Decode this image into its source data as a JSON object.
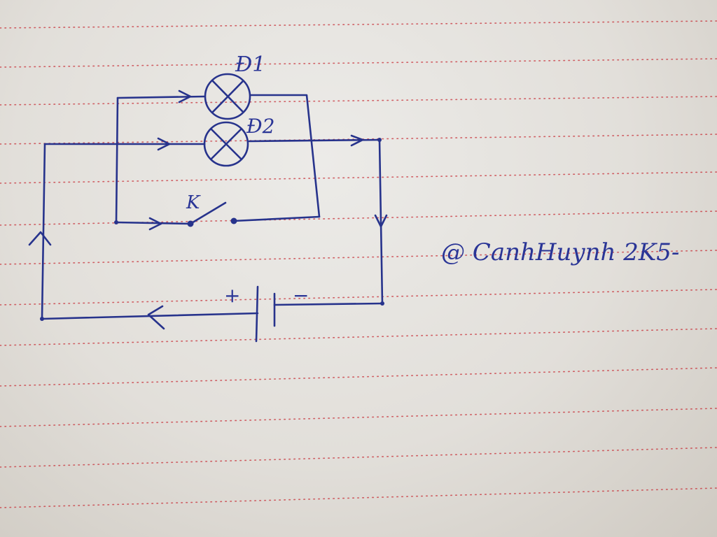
{
  "labels": {
    "lamp1": "Đ1",
    "lamp2": "Đ2",
    "switch": "K",
    "battery_plus": "+",
    "battery_minus": "−",
    "watermark": "@ CanhHuynh 2K5-"
  },
  "colors": {
    "ink": "#27338c",
    "ruled_line": "#c8323a",
    "paper": "#e6e4e0"
  },
  "components": {
    "lamps": 2,
    "switch": "open",
    "source": "battery"
  }
}
